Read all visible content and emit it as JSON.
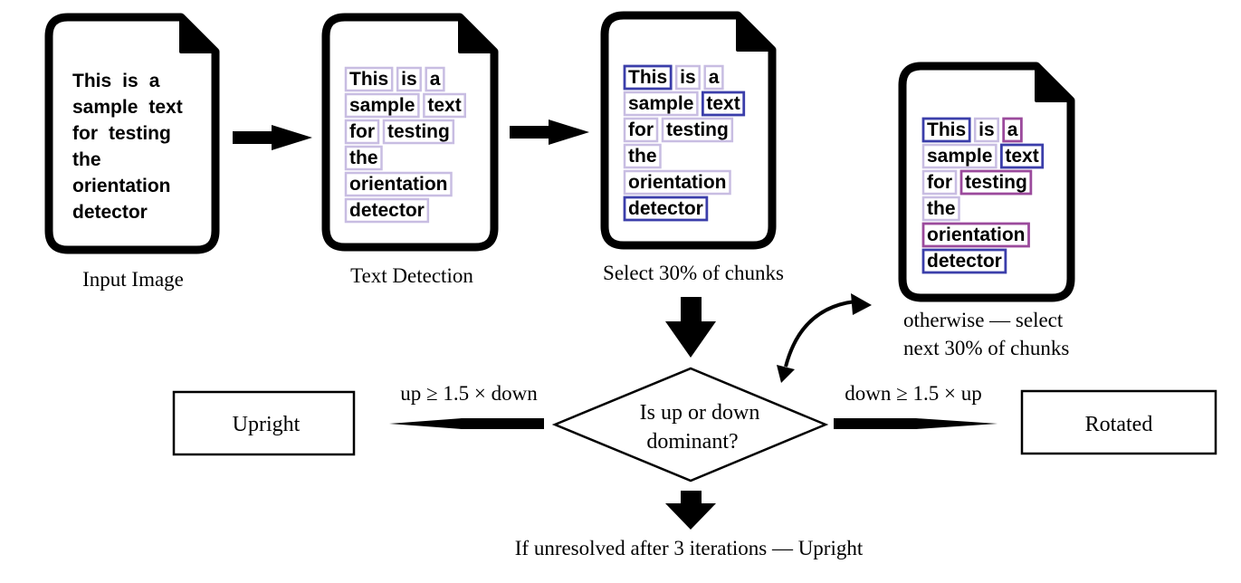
{
  "document": {
    "text_lines": [
      [
        "This",
        "is",
        "a"
      ],
      [
        "sample",
        "text"
      ],
      [
        "for",
        "testing"
      ],
      [
        "the"
      ],
      [
        "orientation"
      ],
      [
        "detector"
      ]
    ]
  },
  "captions": {
    "input_image": "Input Image",
    "text_detection": "Text Detection",
    "select_chunks": "Select 30% of chunks",
    "otherwise_line1": "otherwise — select",
    "otherwise_line2": "next 30% of chunks"
  },
  "decision": {
    "line1": "Is up or down",
    "line2": "dominant?"
  },
  "branches": {
    "left_condition": "up ≥ 1.5 × down",
    "right_condition": "down ≥ 1.5 × up"
  },
  "outcomes": {
    "upright": "Upright",
    "rotated": "Rotated"
  },
  "fallback": {
    "text": "If unresolved after 3 iterations  — Upright"
  },
  "colors": {
    "detected_box": "#c8bde2",
    "selected_box": "#3b3eaa",
    "next_selected_box": "#9b4a9c",
    "outline": "#000000"
  }
}
